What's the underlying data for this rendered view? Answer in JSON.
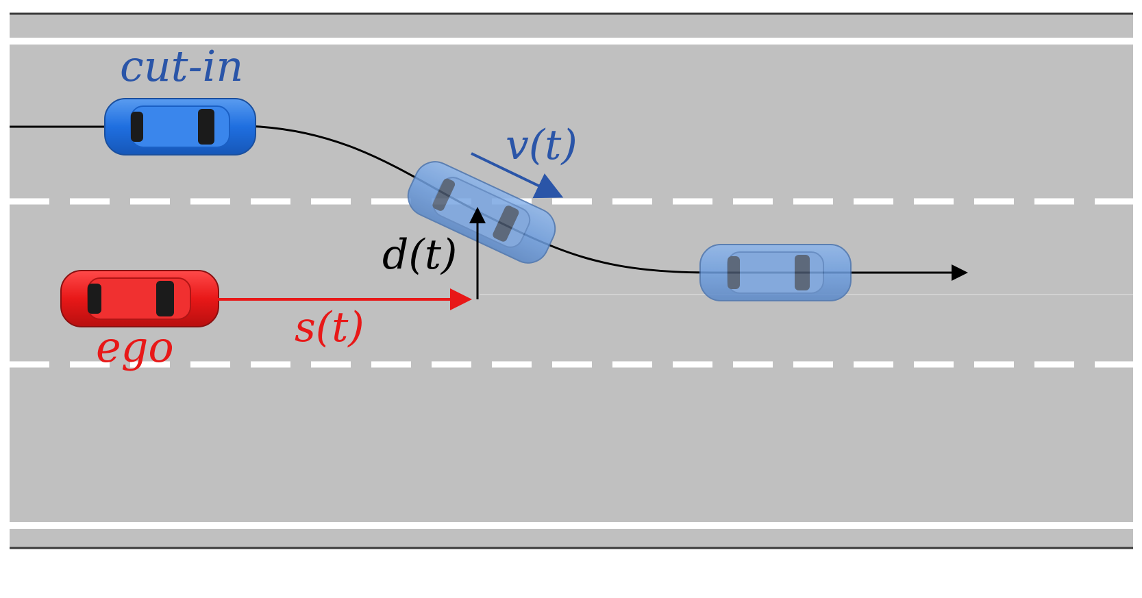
{
  "labels": {
    "cut_in": "cut-in",
    "velocity": "v(t)",
    "lateral_distance": "d(t)",
    "longitudinal_distance": "s(t)",
    "ego": "ego"
  },
  "colors": {
    "road": "#c0c0c0",
    "lane_marking": "#ffffff",
    "edge_line": "#3a3a3a",
    "cut_in_car": "#1f6fe0",
    "cut_in_ghost": "#6f9fe0",
    "ego_car": "#e81818",
    "cut_in_label": "#2a55a8",
    "ego_label": "#e81818",
    "annotation_black": "#000000"
  }
}
